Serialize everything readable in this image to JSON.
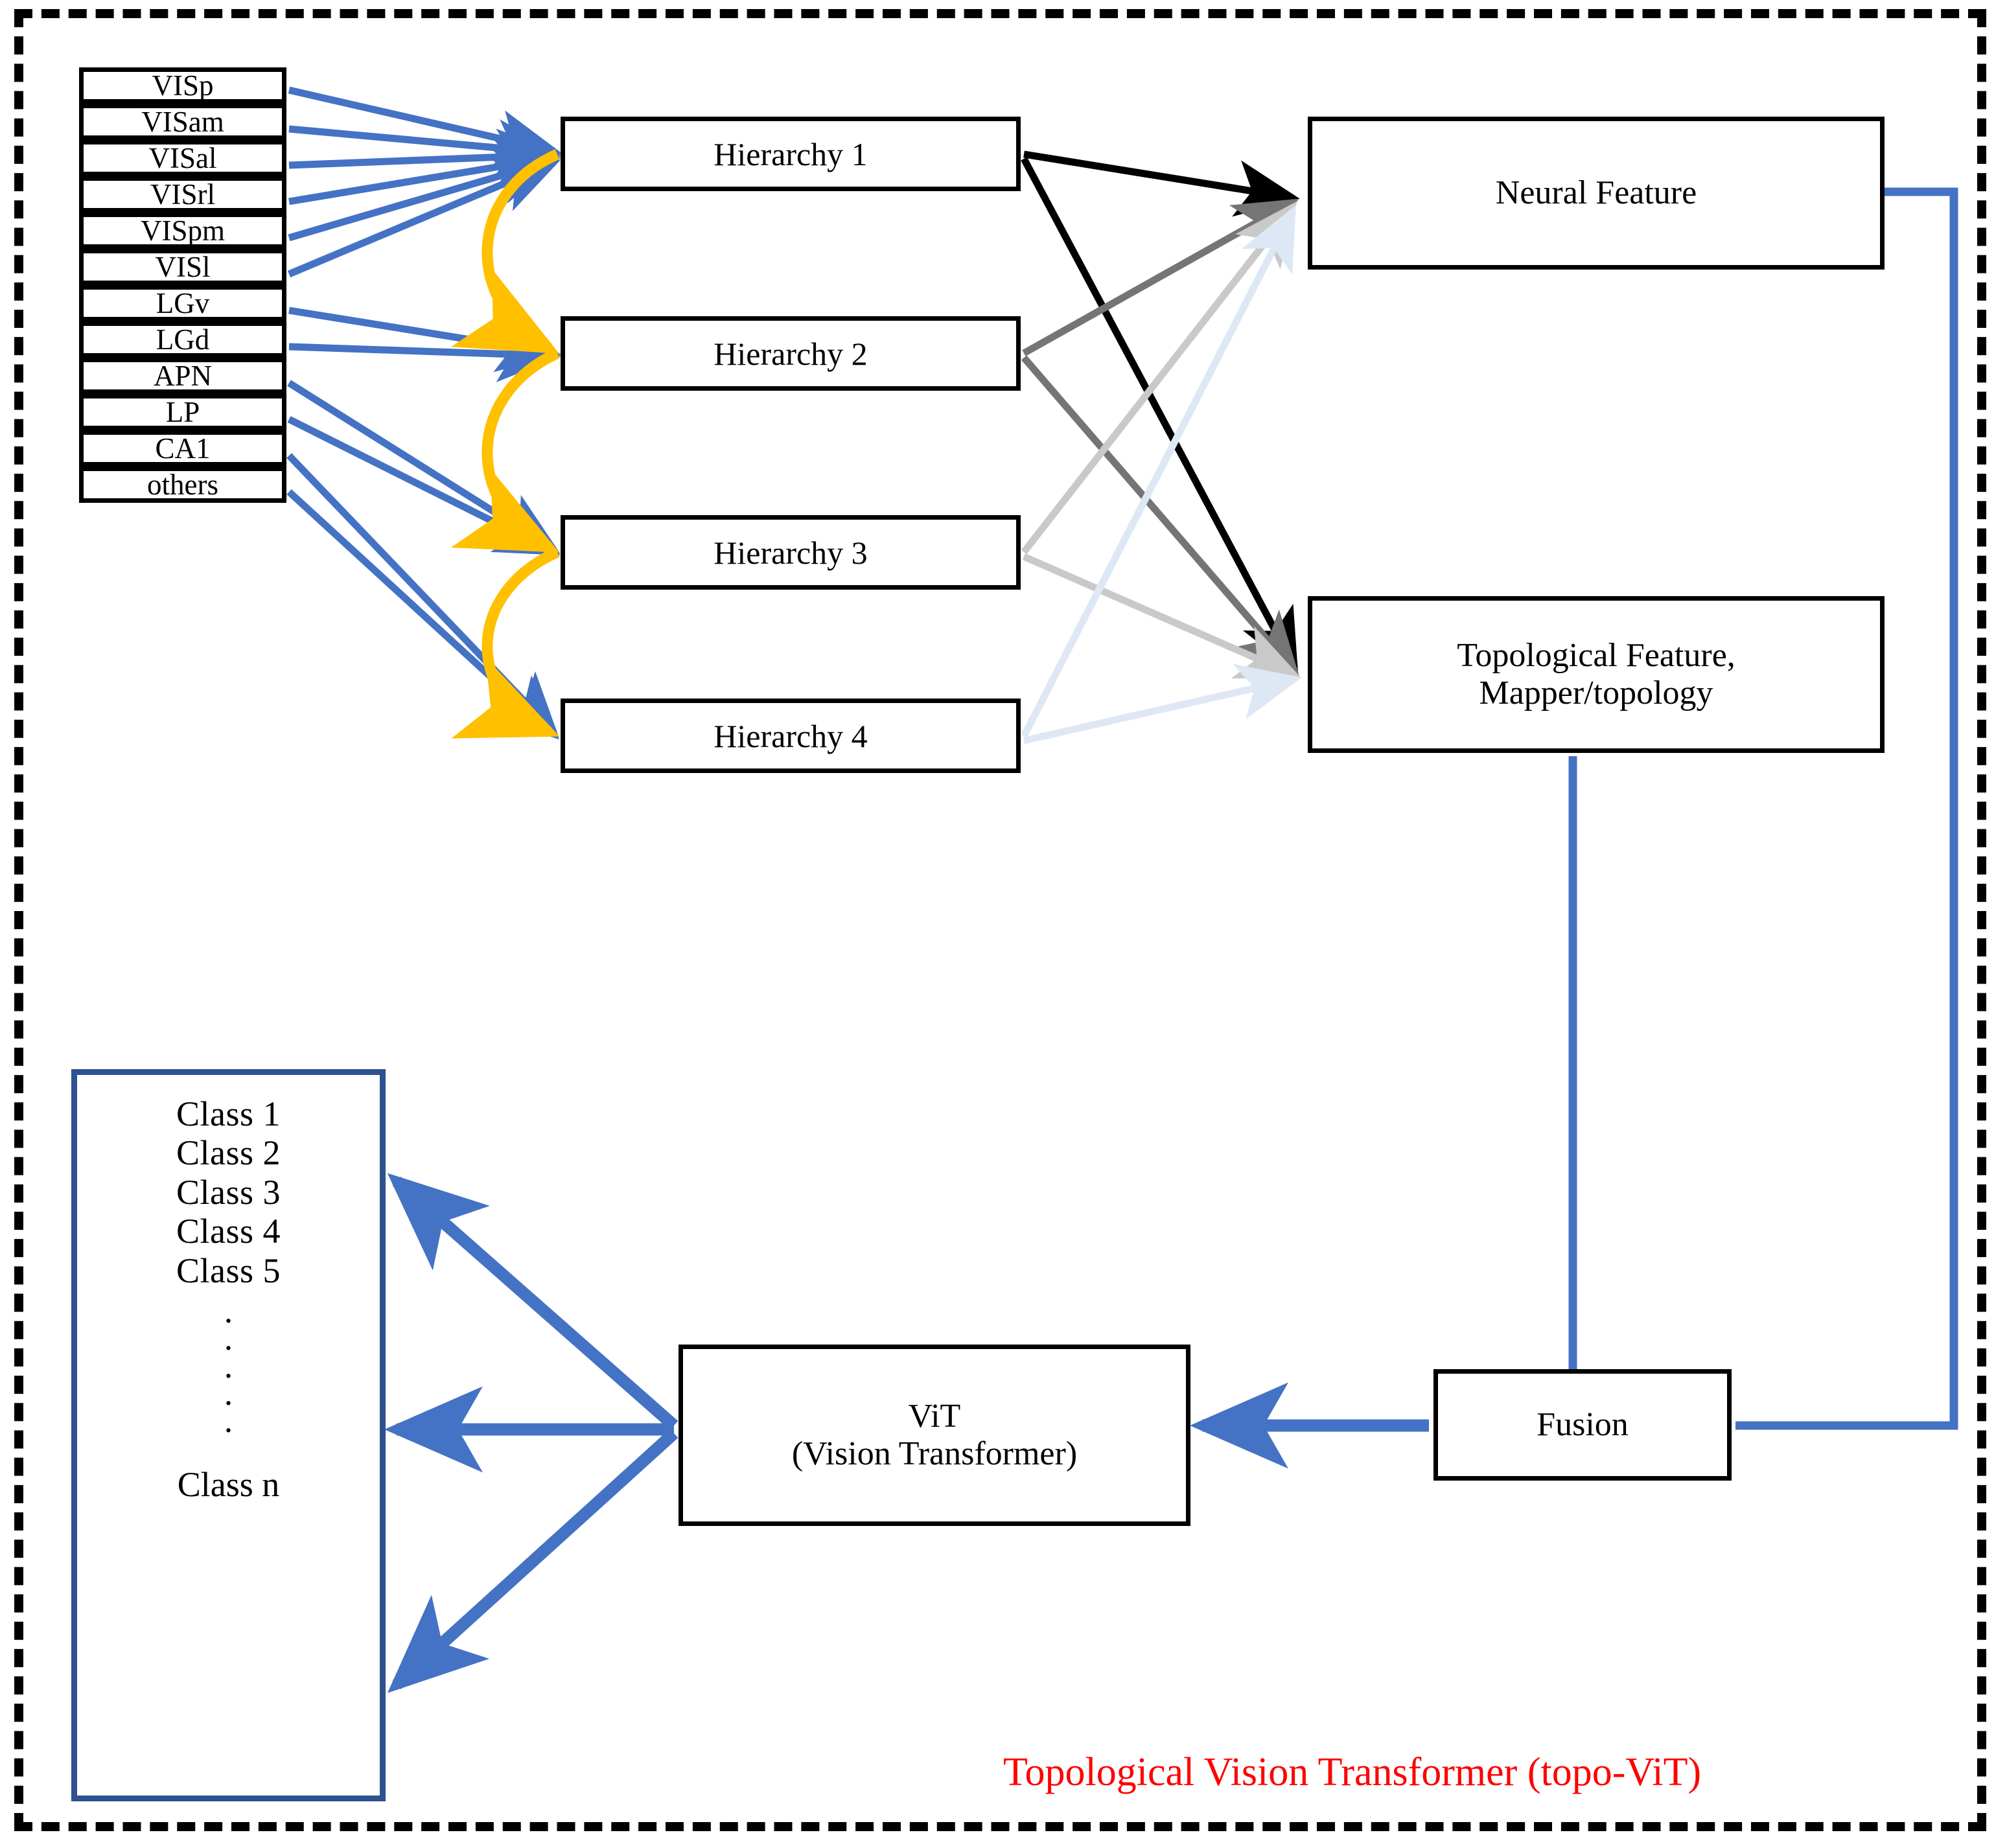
{
  "diagram": {
    "caption": "Topological Vision Transformer (topo-ViT)",
    "caption_color": "#FF0000",
    "frame_style": "dashed",
    "frame_color": "#000000"
  },
  "regions": {
    "title": "brain region inputs",
    "items": [
      {
        "label": "VISp"
      },
      {
        "label": "VISam"
      },
      {
        "label": "VISal"
      },
      {
        "label": "VISrl"
      },
      {
        "label": "VISpm"
      },
      {
        "label": "VISl"
      },
      {
        "label": "LGv"
      },
      {
        "label": "LGd"
      },
      {
        "label": "APN"
      },
      {
        "label": "LP"
      },
      {
        "label": "CA1"
      },
      {
        "label": "others"
      }
    ]
  },
  "hierarchies": {
    "items": [
      {
        "label": "Hierarchy 1",
        "arrow_color": "#000000"
      },
      {
        "label": "Hierarchy 2",
        "arrow_color": "#757575"
      },
      {
        "label": "Hierarchy 3",
        "arrow_color": "#C9C9C9"
      },
      {
        "label": "Hierarchy 4",
        "arrow_color": "#DEE8F5"
      }
    ],
    "cascade_arrow_color": "#FFC000"
  },
  "features": {
    "neural": {
      "label": "Neural  Feature"
    },
    "topological": {
      "line1": "Topological  Feature,",
      "line2": "Mapper/topology"
    }
  },
  "fusion": {
    "label": "Fusion"
  },
  "vit": {
    "line1": "ViT",
    "line2": "(Vision Transformer)"
  },
  "classes": {
    "items": [
      "Class 1",
      "Class 2",
      "Class 3",
      "Class 4",
      "Class 5"
    ],
    "ellipsis_dots": [
      "·",
      "·",
      "·",
      "·",
      "·"
    ],
    "last": "Class n",
    "border_color": "#2E5190"
  },
  "colors": {
    "input_arrow_blue": "#4472C4",
    "cascade_yellow": "#FFC000",
    "pipeline_blue": "#4472C4",
    "box_border_black": "#000000"
  }
}
